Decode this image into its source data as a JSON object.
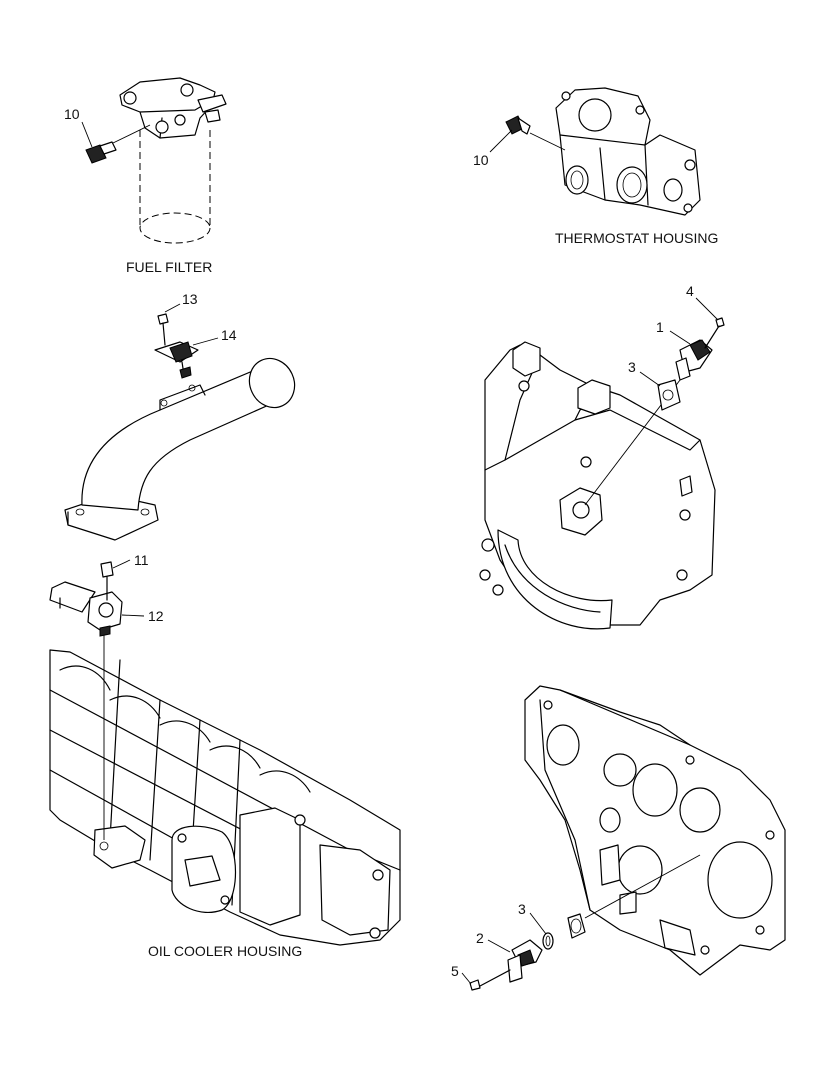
{
  "captions": {
    "fuel_filter": "FUEL FILTER",
    "thermostat_housing": "THERMOSTAT HOUSING",
    "oil_cooler_housing": "OIL COOLER HOUSING"
  },
  "callouts": {
    "fuel_filter_sensor": "10",
    "thermostat_sensor": "10",
    "intake_bolt": "13",
    "intake_sensor": "14",
    "flywheel_bolt": "4",
    "flywheel_sensor": "1",
    "flywheel_spacer": "3",
    "oil_bolt": "11",
    "oil_sensor": "12",
    "cover_sensor": "2",
    "cover_oring": "3",
    "cover_bolt": "5"
  }
}
